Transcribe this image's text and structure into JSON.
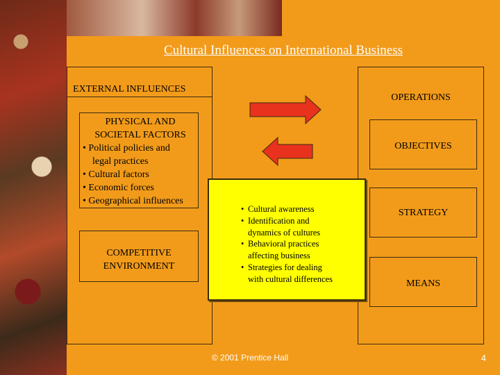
{
  "title": "Cultural Influences on International Business",
  "external": {
    "header": "EXTERNAL INFLUENCES",
    "physical_title_line1": "PHYSICAL AND",
    "physical_title_line2": "SOCIETAL FACTORS",
    "physical_items": [
      "• Political policies and",
      "legal practices",
      "• Cultural factors",
      "• Economic forces",
      "• Geographical influences"
    ],
    "competitive_line1": "COMPETITIVE",
    "competitive_line2": "ENVIRONMENT"
  },
  "operations": {
    "header": "OPERATIONS",
    "objectives": "OBJECTIVES",
    "strategy": "STRATEGY",
    "means": "MEANS"
  },
  "callout": {
    "lines": [
      "Cultural awareness",
      "Identification and",
      "dynamics of cultures",
      "Behavioral practices",
      "affecting business",
      "Strategies for dealing",
      "with cultural differences"
    ],
    "bullet": "•"
  },
  "colors": {
    "background": "#f29b1a",
    "callout": "#ffff00",
    "arrow_fill": "#e8321e",
    "title_text": "#ffffff"
  },
  "footer": "© 2001 Prentice Hall",
  "page_number": "4"
}
